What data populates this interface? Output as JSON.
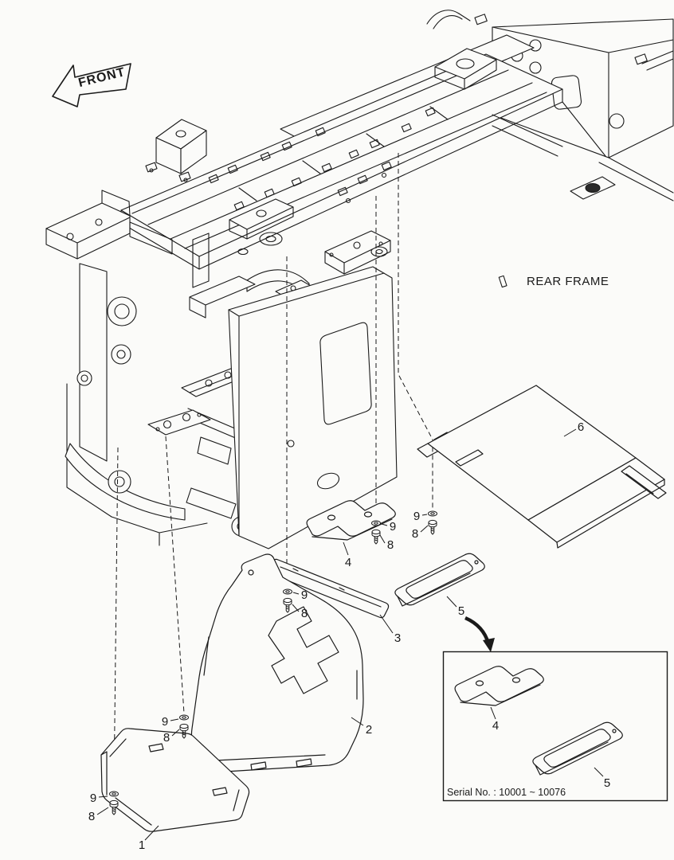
{
  "labels": {
    "front_arrow": "FRONT",
    "rear_frame": "REAR FRAME"
  },
  "callouts": [
    {
      "label": "6"
    },
    {
      "label": "4"
    },
    {
      "label": "9"
    },
    {
      "label": "8"
    },
    {
      "label": "9"
    },
    {
      "label": "8"
    },
    {
      "label": "5"
    },
    {
      "label": "3"
    },
    {
      "label": "9"
    },
    {
      "label": "8"
    },
    {
      "label": "2"
    },
    {
      "label": "9"
    },
    {
      "label": "8"
    },
    {
      "label": "1"
    },
    {
      "label": "9"
    },
    {
      "label": "8"
    }
  ],
  "inset": {
    "serial_note": "Serial No. : 10001 ~ 10076",
    "callouts": [
      {
        "label": "4"
      },
      {
        "label": "5"
      }
    ]
  },
  "colors": {
    "line": "#1a1a1a",
    "paper": "#fbfbf9"
  }
}
